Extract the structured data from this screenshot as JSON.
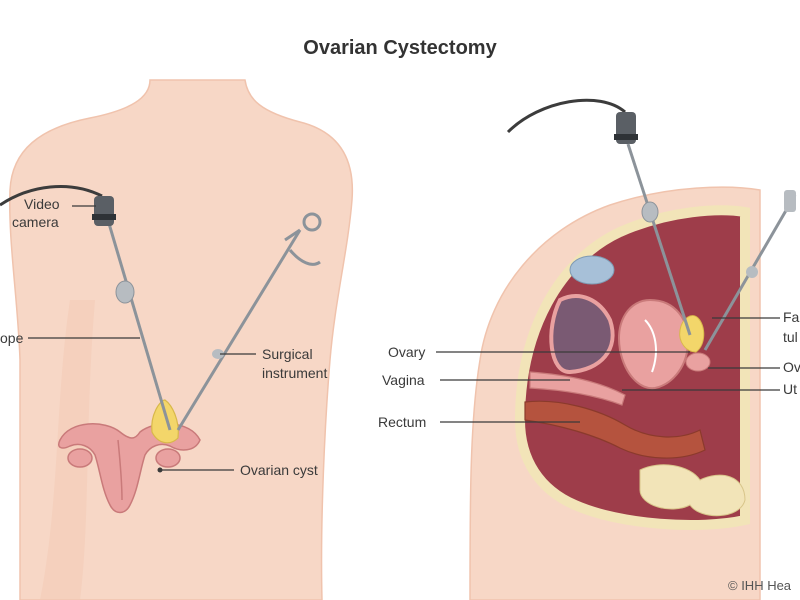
{
  "title": "Ovarian Cystectomy",
  "labels": {
    "video_camera_1": "Video",
    "video_camera_2": "camera",
    "scope": "ope",
    "surgical_instrument_1": "Surgical",
    "surgical_instrument_2": "instrument",
    "ovarian_cyst": "Ovarian cyst",
    "ovary": "Ovary",
    "vagina": "Vagina",
    "rectum": "Rectum",
    "fallopian_1": "Fa",
    "fallopian_2": "tul",
    "ovary_right": "Ov",
    "uterus_right": "Ut"
  },
  "copyright": "© IHH Hea",
  "colors": {
    "skin": "#f7d7c6",
    "skin_edge": "#f3c7b2",
    "uterus": "#e9a1a0",
    "cyst": "#f3d66a",
    "rectum": "#b5533e",
    "bladder": "#a7c0d8",
    "bone": "#f2e4b8",
    "instrument": "#9aa0a6"
  }
}
